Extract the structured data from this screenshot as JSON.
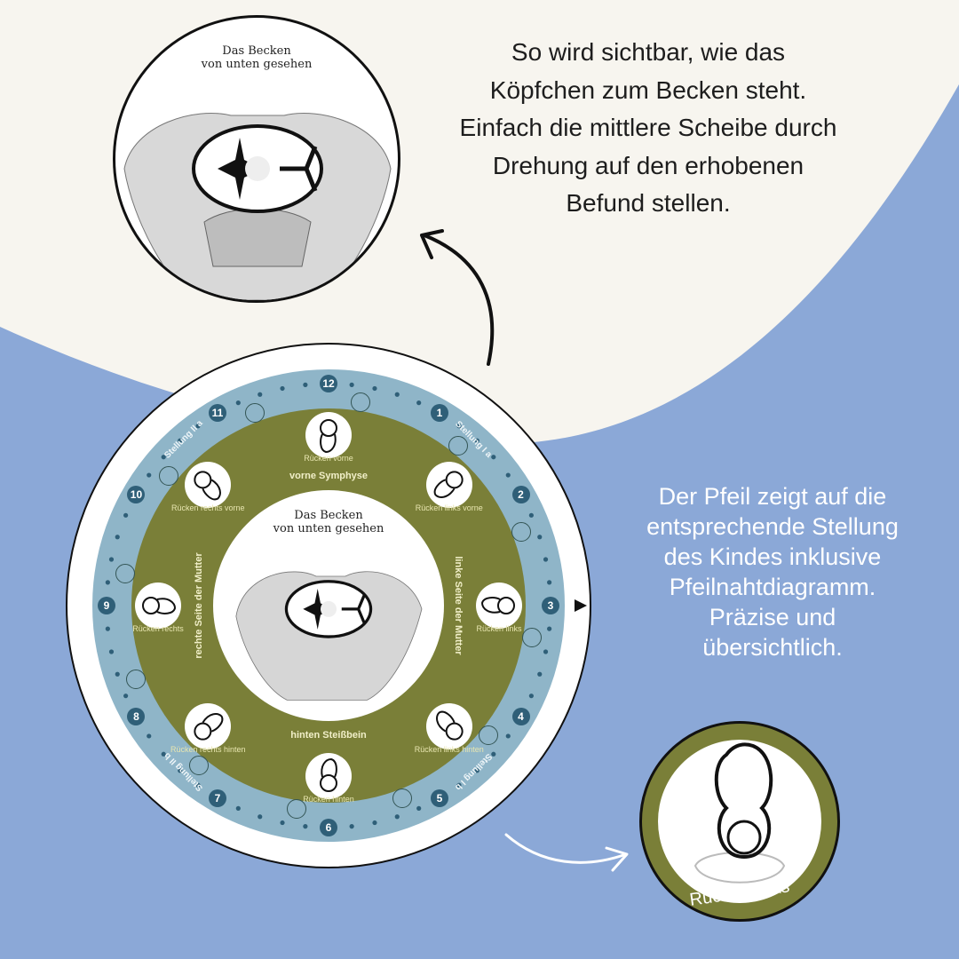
{
  "top_text": [
    "So wird sichtbar, wie das",
    "Köpfchen zum Becken steht.",
    "Einfach die mittlere Scheibe durch",
    "Drehung auf den erhobenen",
    "Befund stellen."
  ],
  "right_text": [
    "Der Pfeil zeigt auf die",
    "entsprechende Stellung",
    "des Kindes inklusive",
    "Pfeilnahtdiagramm.",
    "Präzise und",
    "übersichtlich."
  ],
  "zoom_top": {
    "caption_line1": "Das Becken",
    "caption_line2": "von unten gesehen"
  },
  "zoom_bottom": {
    "label": "Rücken links"
  },
  "wheel": {
    "center_caption_line1": "Das Becken",
    "center_caption_line2": "von unten gesehen",
    "ring_labels": {
      "top": "vorne Symphyse",
      "bottom": "hinten Steißbein",
      "right": "linke Seite der Mutter",
      "left": "rechte Seite der Mutter"
    },
    "clock_numbers": [
      "12",
      "1",
      "2",
      "3",
      "4",
      "5",
      "6",
      "7",
      "8",
      "9",
      "10",
      "11"
    ],
    "stellung": {
      "ia": "Stellung I a",
      "ib": "Stellung I b",
      "iia": "Stellung II a",
      "iib": "Stellung II b"
    },
    "positions": [
      "Rücken vorne",
      "Rücken links vorne",
      "Rücken links",
      "Rücken links hinten",
      "Rücken hinten",
      "Rücken rechts hinten",
      "Rücken rechts",
      "Rücken rechts vorne"
    ]
  },
  "colors": {
    "cream": "#f7f5ef",
    "blue_bg": "#8ba8d7",
    "ring_blue": "#8fb5c8",
    "olive": "#7a7f38",
    "badge": "#2f5f78"
  }
}
